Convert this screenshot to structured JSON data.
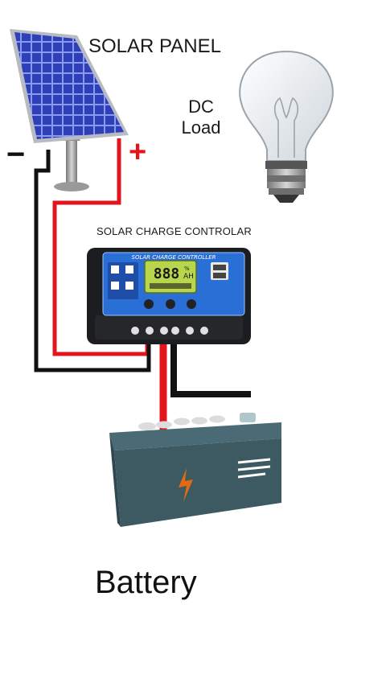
{
  "labels": {
    "solar_panel": "SOLAR PANEL",
    "dc_load_line1": "DC",
    "dc_load_line2": "Load",
    "controller_caption": "SOLAR CHARGE CONTROLAR",
    "controller_face": "SOLAR CHARGE CONTROLLER",
    "lcd_digits": "888",
    "lcd_unit_top": "%",
    "lcd_unit_bottom": "AH",
    "battery": "Battery",
    "positive": "+",
    "negative": "−"
  },
  "colors": {
    "positive_wire": "#e3141c",
    "negative_wire": "#111111",
    "panel_cells": "#2f3fb8",
    "controller_body": "#1c1d20",
    "controller_face": "#2a6fd6",
    "lcd": "#b8d64c",
    "battery_body": "#3d5a63",
    "battery_top": "#4a6b75"
  }
}
